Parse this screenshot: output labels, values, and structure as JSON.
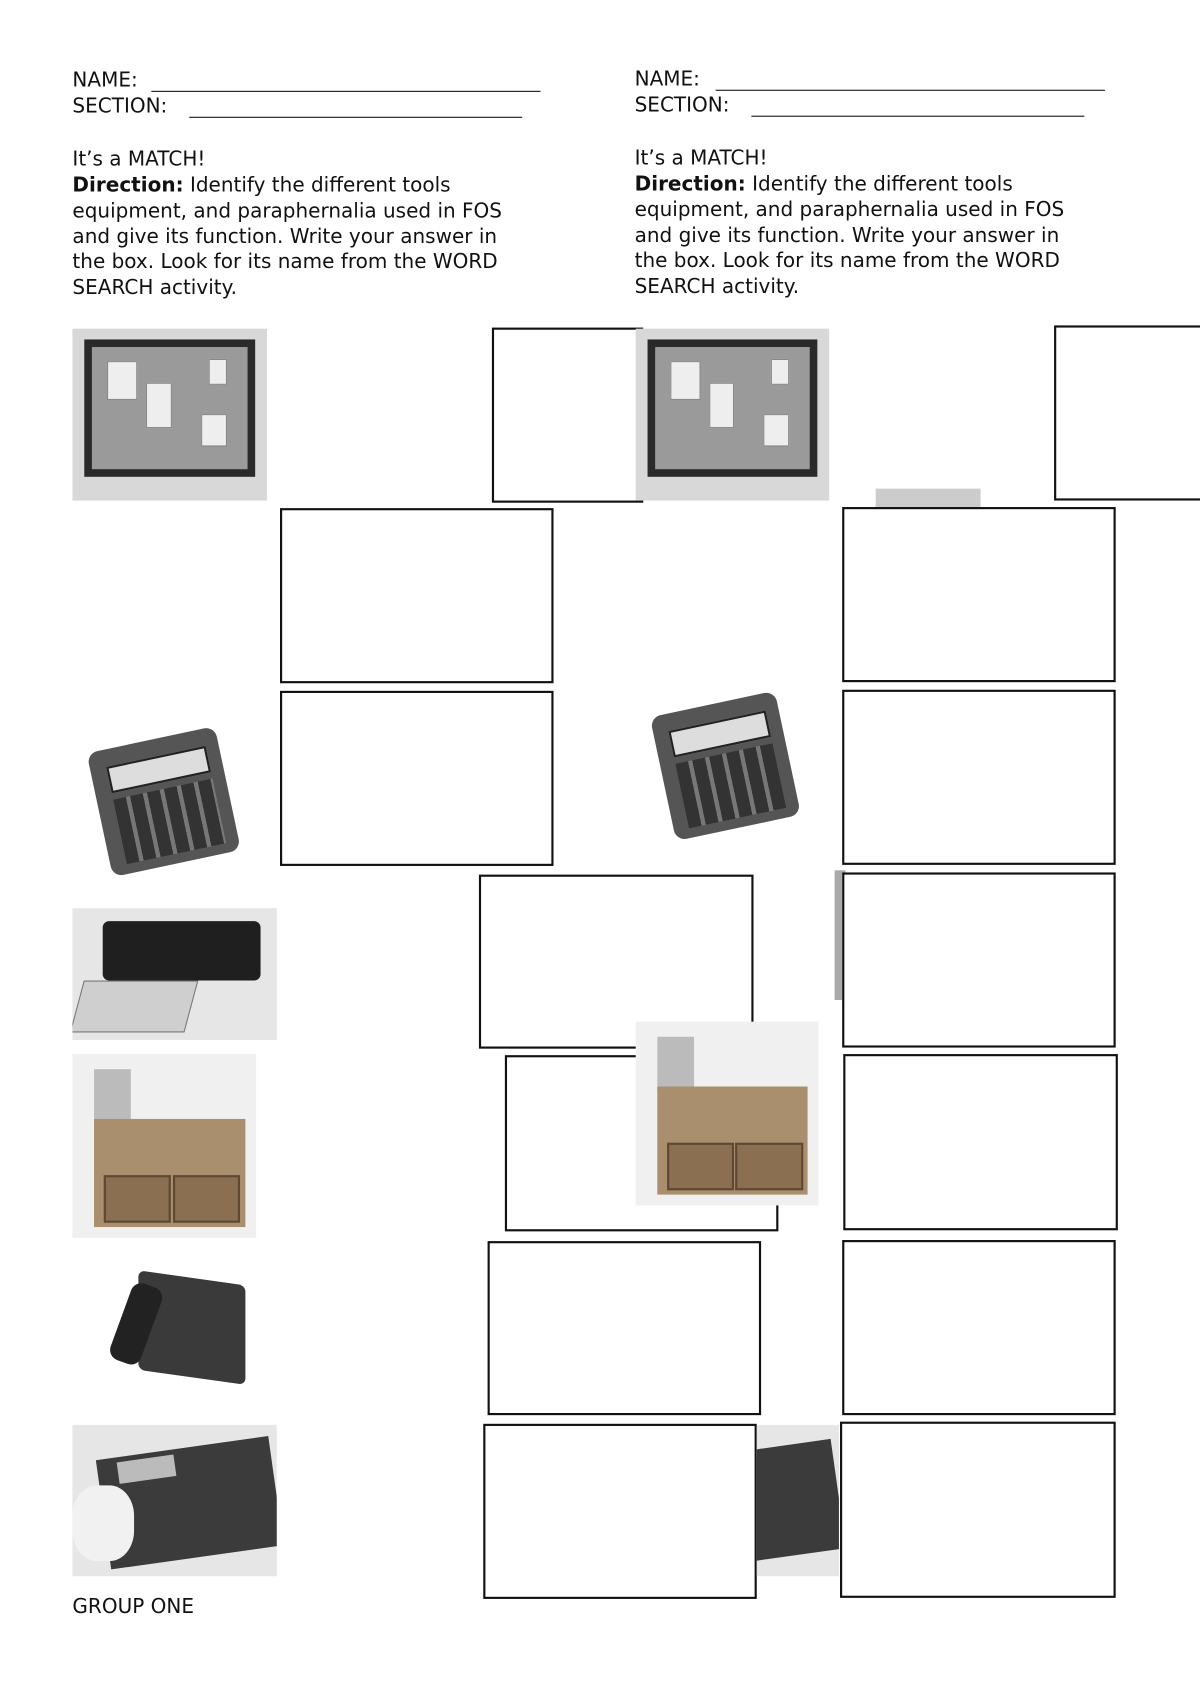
{
  "worksheets": [
    {
      "name_label": "NAME:",
      "section_label": "SECTION:",
      "title": "It’s a MATCH!",
      "direction_label": "Direction:",
      "direction_lines": [
        " Identify the different tools",
        "equipment, and paraphernalia used in FOS",
        "and give its function. Write your answer in",
        "the box. Look for its name from the WORD",
        "SEARCH activity."
      ],
      "footer": "GROUP ONE"
    },
    {
      "name_label": "NAME:",
      "section_label": "SECTION:",
      "title": "It’s a MATCH!",
      "direction_label": "Direction:",
      "direction_lines": [
        " Identify the different tools",
        "equipment, and paraphernalia used in FOS",
        "and give its function. Write your answer in",
        "the box. Look for its name from the WORD",
        "SEARCH activity."
      ]
    }
  ],
  "images": [
    "bulletin-board",
    "calculator",
    "printer",
    "desk-organizer",
    "telephone",
    "fax-machine"
  ]
}
